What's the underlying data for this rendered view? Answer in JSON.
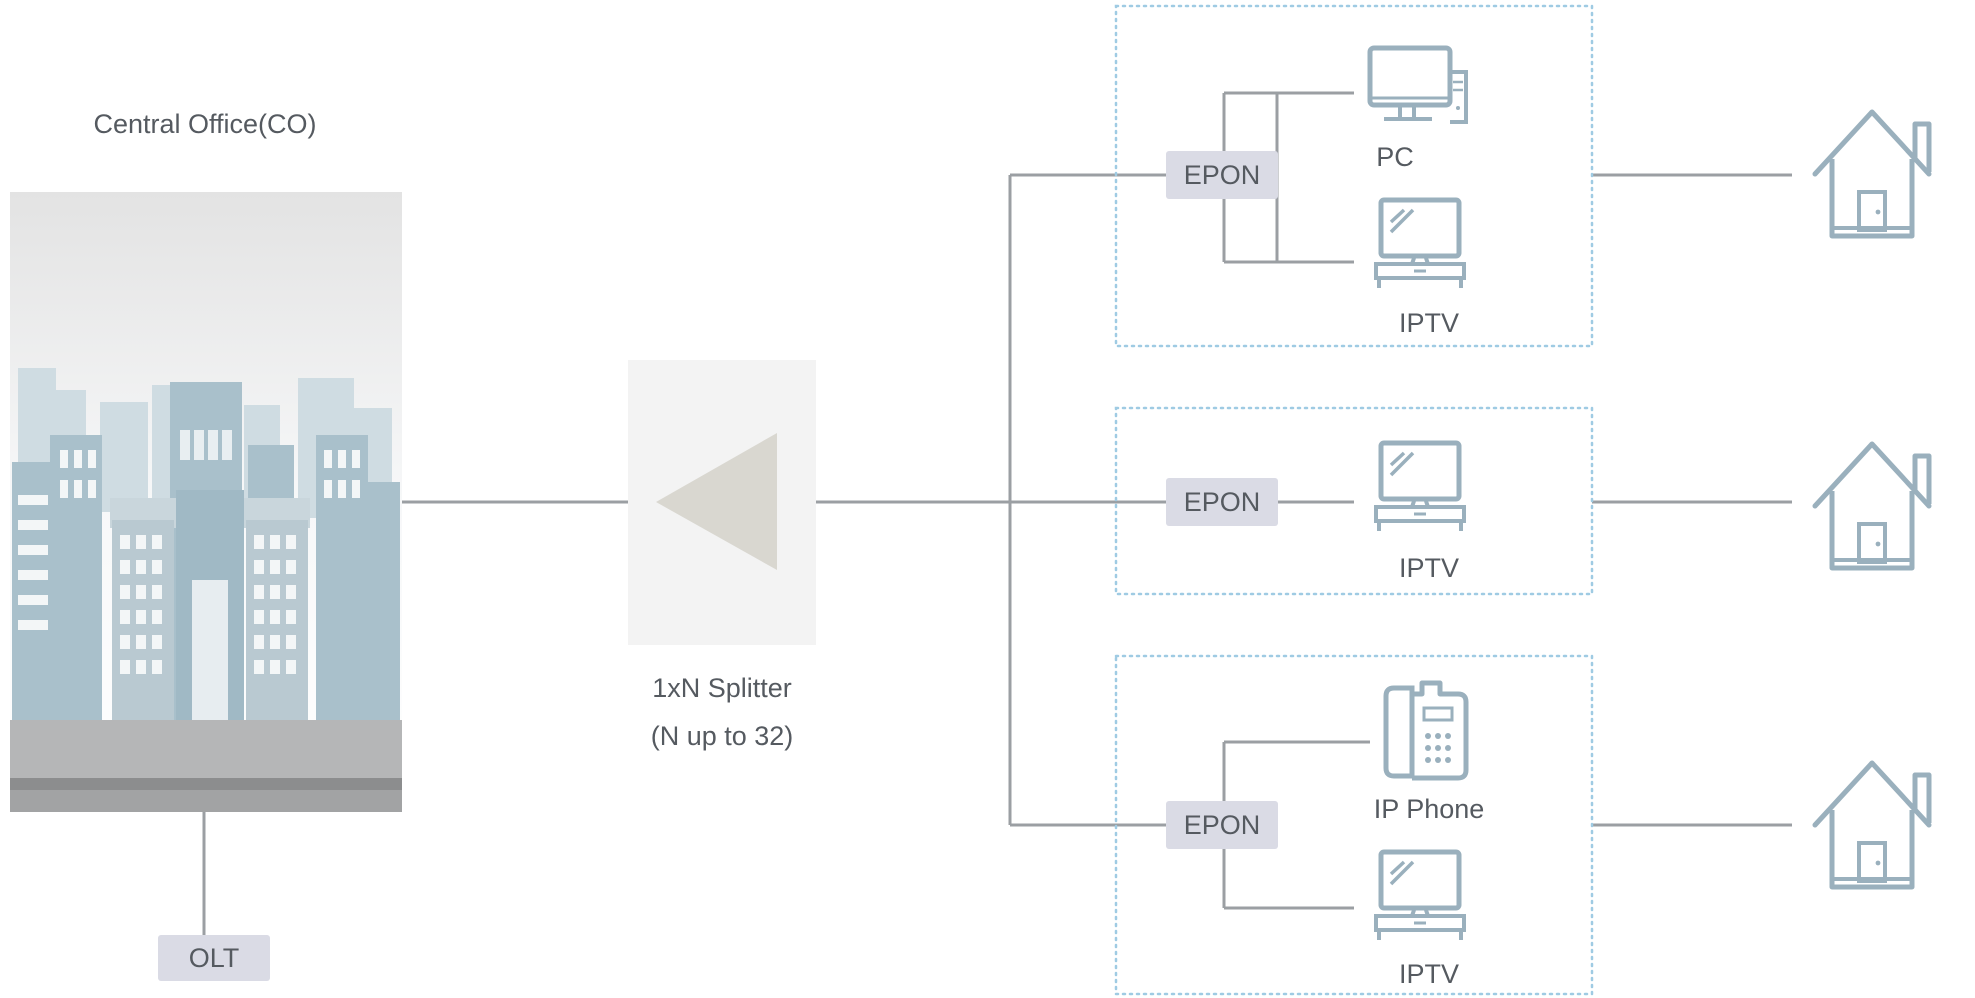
{
  "central_office": {
    "title": "Central Office(CO)"
  },
  "olt": {
    "label": "OLT"
  },
  "splitter": {
    "line1": "1xN Splitter",
    "line2": "(N up to 32)"
  },
  "subscribers": [
    {
      "onu_label": "EPON",
      "devices": [
        {
          "icon": "pc-icon",
          "label": "PC"
        },
        {
          "icon": "tv-icon",
          "label": "IPTV"
        }
      ]
    },
    {
      "onu_label": "EPON",
      "devices": [
        {
          "icon": "tv-icon",
          "label": "IPTV"
        }
      ]
    },
    {
      "onu_label": "EPON",
      "devices": [
        {
          "icon": "phone-icon",
          "label": "IP Phone"
        },
        {
          "icon": "tv-icon",
          "label": "IPTV"
        }
      ]
    }
  ],
  "colors": {
    "line": "#9b9fa3",
    "label_box": "#dadbe5",
    "icon": "#9ab0bd",
    "dotted_border": "#9fcbe3",
    "splitter_box": "#f3f3f3",
    "splitter_triangle": "#d9d7d0"
  }
}
